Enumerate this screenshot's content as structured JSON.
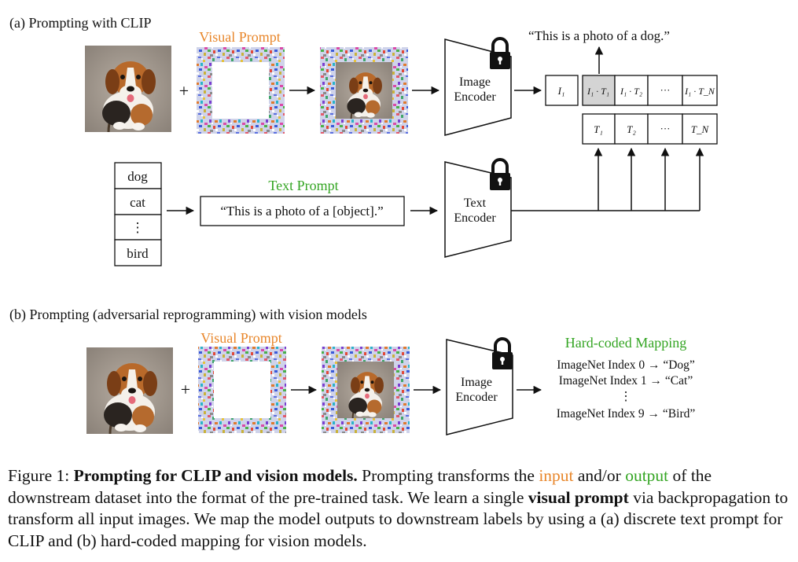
{
  "panel_a": {
    "title": "(a) Prompting with CLIP",
    "visual_prompt_label": "Visual Prompt",
    "plus": "+",
    "image_encoder": [
      "Image",
      "Encoder"
    ],
    "text_encoder": [
      "Text",
      "Encoder"
    ],
    "output_text": "“This is a photo of a dog.”",
    "class_list": [
      "dog",
      "cat",
      "⋮",
      "bird"
    ],
    "text_prompt_label": "Text Prompt",
    "text_prompt": "“This is a photo of a [object].”",
    "image_feature": "I₁",
    "similarity_cells": [
      "I₁ · T₁",
      "I₁ · T₂",
      "···",
      "I₁ · T_N"
    ],
    "text_features": [
      "T₁",
      "T₂",
      "···",
      "T_N"
    ]
  },
  "panel_b": {
    "title": "(b) Prompting (adversarial reprogramming) with vision models",
    "visual_prompt_label": "Visual Prompt",
    "plus": "+",
    "image_encoder": [
      "Image",
      "Encoder"
    ],
    "mapping_title": "Hard-coded Mapping",
    "mappings": [
      "ImageNet Index 0 → “Dog”",
      "ImageNet Index 1 → “Cat”",
      "⋮",
      "ImageNet Index 9 → “Bird”"
    ]
  },
  "caption": {
    "prefix": "Figure 1: ",
    "bold_title": "Prompting for CLIP and vision models.",
    "seg1": " Prompting transforms the ",
    "input_word": "input",
    "seg2": " and/or ",
    "output_word": "output",
    "seg3": " of the downstream dataset into the format of the pre-trained task. We learn a single ",
    "bold_vp": "visual prompt",
    "seg4": " via backpropagation to transform all input images. We map the model outputs to downstream labels by using a (a) discrete text prompt for CLIP and (b) hard-coded mapping for vision models."
  },
  "colors": {
    "orange": "#e8862a",
    "green": "#34a523",
    "highlight": "#d4d4d4"
  }
}
